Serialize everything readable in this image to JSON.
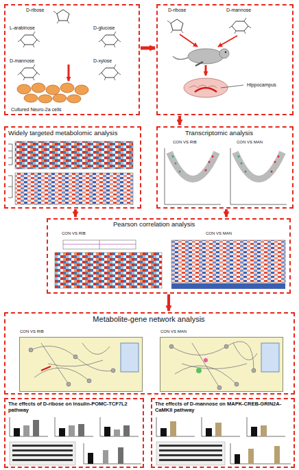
{
  "diagram": {
    "nodes": [
      {
        "text": [
          "D-ribose",
          "L-arabinose",
          "D-glucose",
          "D-mannose",
          "D-xylose",
          "Cultured Neuro-2a cells"
        ]
      },
      {
        "text": [
          "D-ribose",
          "D-mannose",
          "Hippocampus"
        ]
      },
      {
        "text": [
          "Widely targeted metabolomic analysis"
        ]
      },
      {
        "text": [
          "Transcriptomic analysis",
          "CON VS RIB",
          "CON VS MAN"
        ]
      },
      {
        "text": [
          "Pearson correlation analysis",
          "CON VS RIB",
          "CON VS MAN"
        ]
      },
      {
        "text": [
          "Metabolite-gene network analysis"
        ]
      },
      {
        "text": [
          "CON VS RIB"
        ],
        "in": 5
      },
      {
        "text": [
          "CON VS MAN"
        ],
        "in": 5
      },
      {
        "text": [
          "The effects of D-ribose on Insulin-POMC-TCF7L2 pathway"
        ]
      },
      {
        "text": [
          "The effects of D-mannose on MAPK-CREB-GRIN2A-CaMKII pathway"
        ]
      }
    ],
    "edges": [
      {
        "from": 0,
        "to": 1,
        "arrow": "to"
      },
      {
        "from": 1,
        "to": 3,
        "arrow": "to"
      },
      {
        "from": 2,
        "to": 4,
        "arrow": "to"
      },
      {
        "from": 3,
        "to": 4,
        "arrow": "to"
      },
      {
        "from": 4,
        "to": 5,
        "arrow": "to"
      }
    ]
  }
}
